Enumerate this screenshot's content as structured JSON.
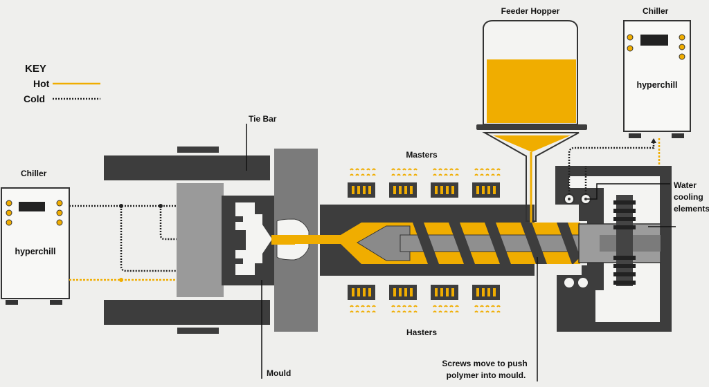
{
  "key": {
    "title": "KEY",
    "hot": "Hot",
    "cold": "Cold"
  },
  "labels": {
    "feeder_hopper": "Feeder Hopper",
    "chiller_right": "Chiller",
    "chiller_left": "Chiller",
    "tie_bar": "Tie Bar",
    "masters": "Masters",
    "hasters": "Hasters",
    "water_cooling": [
      "Water",
      "cooling",
      "elements"
    ],
    "mould": "Mould",
    "screws": [
      "Screws move to push",
      "polymer into mould."
    ]
  },
  "chillers": {
    "left_brand": "hyperchill",
    "right_brand": "hyperchill"
  },
  "colors": {
    "hot": "#f0ad00",
    "dark": "#3d3d3d",
    "mid_gray": "#7b7b7b",
    "light_gray": "#9c9c9c",
    "background": "#efefed"
  },
  "icons": {
    "heater": "heater-band-icon",
    "heat_wave": "heat-wave-icon",
    "status_light": "status-light-icon"
  }
}
